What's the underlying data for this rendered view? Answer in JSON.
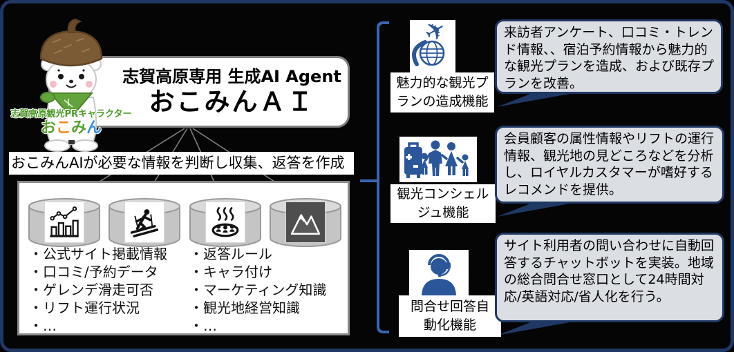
{
  "mascot": {
    "caption": "志賀高原観光PRキャラクター",
    "name_chars": [
      "お",
      "こ",
      "み",
      "ん"
    ]
  },
  "title": {
    "line1": "志賀高原専用 生成AI Agent",
    "line2": "おこみんＡＩ"
  },
  "pipeline_note": "おこみんAIが必要な情報を判断し収集、返答を作成",
  "knowledge": {
    "cylinder_icons": [
      "analytics-chart",
      "skier",
      "hot-spring",
      "mountain"
    ],
    "list_left": [
      "・公式サイト掲載情報",
      "・口コミ/予約データ",
      "・ゲレンデ滑走可否",
      "・リフト運行状況",
      "・…"
    ],
    "list_right": [
      "・返答ルール",
      "・キャラ付け",
      "・マーケティング知識",
      "・観光地経営知識",
      "・…"
    ]
  },
  "features": [
    {
      "icon": "travel-globe-plane-icon",
      "label": "魅力的な観光プ\nランの造成機能",
      "bubble": "来訪者アンケート、口コミ・トレンド情報、、宿泊予約情報から魅力的な観光プランを造成、および既存プランを改善。"
    },
    {
      "icon": "family-concierge-icon",
      "label": "観光コンシェル\nジュ機能",
      "bubble": "会員顧客の属性情報やリフトの運行情報、観光地の見どころなどを分析し、ロイヤルカスタマーが嗜好するレコメンドを提供。"
    },
    {
      "icon": "support-agent-headset-icon",
      "label": "問合せ回答自\n動化機能",
      "bubble": "サイト利用者の問い合わせに自動回答するチャットボットを実装。地域の総合問合せ窓口として24時間対応/英語対応/省人化を行う。"
    }
  ],
  "colors": {
    "frame_border": "#1F3864",
    "bracket_blue": "#3866B2",
    "icon_blue": "#2B579A",
    "bubble_fill": "#DBDEE3",
    "bubble_border": "#1F3864",
    "cylinder_gray": "#C5C5C5",
    "mascot_green": "#5A9E32",
    "mascot_orange": "#F08A1D",
    "mascot_blue": "#3B8FD4"
  }
}
